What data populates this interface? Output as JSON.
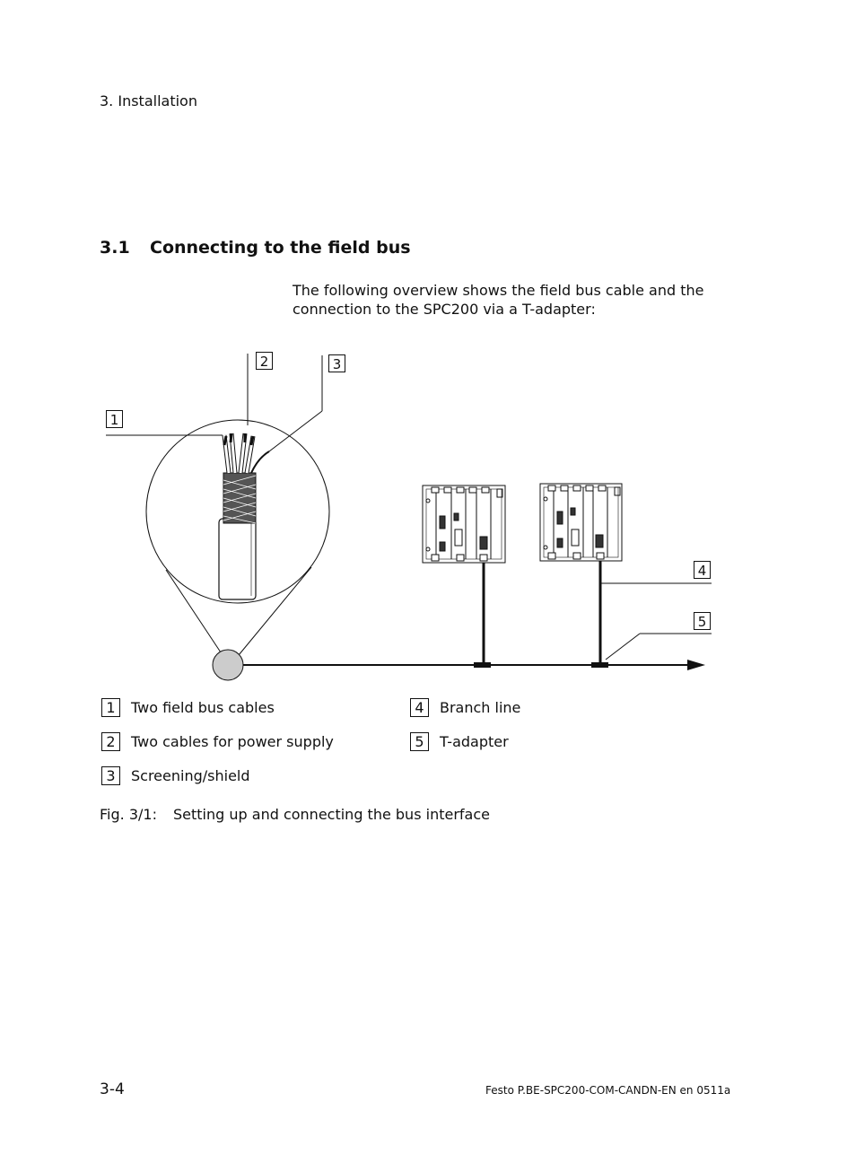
{
  "header": {
    "chapter": "3.  Installation"
  },
  "section": {
    "number": "3.1",
    "title": "Connecting to the field bus"
  },
  "intro": "The following overview shows the field bus cable and the connection to the SPC200 via a T-adapter:",
  "callouts": [
    "1",
    "2",
    "3",
    "4",
    "5"
  ],
  "legend": [
    {
      "num": "1",
      "text": "Two field bus cables"
    },
    {
      "num": "2",
      "text": "Two cables for power supply"
    },
    {
      "num": "3",
      "text": "Screening/shield"
    },
    {
      "num": "4",
      "text": "Branch line"
    },
    {
      "num": "5",
      "text": "T-adapter"
    }
  ],
  "caption": {
    "label": "Fig. 3/1:",
    "text": "Setting up and connecting the bus interface"
  },
  "footer": {
    "page": "3-4",
    "doc": "Festo  P.BE-SPC200-COM-CANDN-EN  en 0511a"
  }
}
